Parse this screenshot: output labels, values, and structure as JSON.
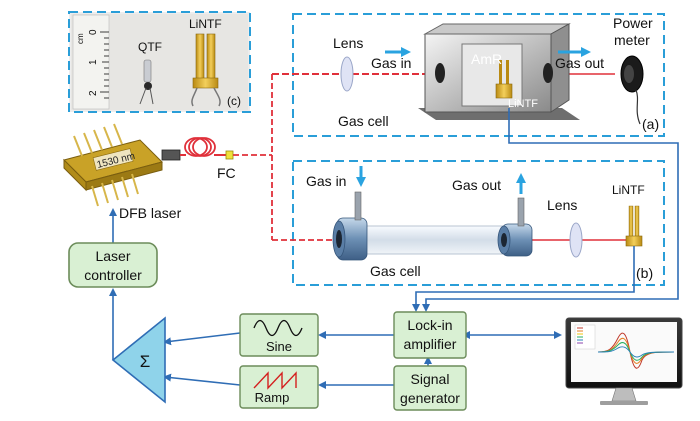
{
  "labels": {
    "lens_a": "Lens",
    "gas_in_a": "Gas in",
    "amr": "AmR",
    "gas_out_a": "Gas out",
    "power_meter_line1": "Power",
    "power_meter_line2": "meter",
    "lintf_a": "LiNTF",
    "gas_cell_a": "Gas cell",
    "tag_a": "(a)",
    "qtf": "QTF",
    "lintf_c": "LiNTF",
    "tag_c": "(c)",
    "ruler_unit": "cm",
    "ruler_0": "0",
    "ruler_1": "1",
    "ruler_2": "2",
    "laser_chip": "1530 nm",
    "fc": "FC",
    "dfb_laser": "DFB laser",
    "gas_in_b": "Gas in",
    "gas_out_b": "Gas out",
    "lens_b": "Lens",
    "lintf_b": "LiNTF",
    "gas_cell_b": "Gas cell",
    "tag_b": "(b)",
    "laser_controller_line1": "Laser",
    "laser_controller_line2": "controller",
    "sigma": "Σ",
    "sine": "Sine",
    "ramp": "Ramp",
    "lockin_line1": "Lock-in",
    "lockin_line2": "amplifier",
    "siggen_line1": "Signal",
    "siggen_line2": "generator"
  },
  "colors": {
    "box_fill": "#d9f0d3",
    "box_stroke": "#6c8c5a",
    "dashed_frame": "#2a9ed8",
    "laser_beam": "#e0303a",
    "arrow_blue": "#2f6db5",
    "gas_arrow": "#2aa3e0",
    "sigma_fill": "#8fd3ea"
  }
}
